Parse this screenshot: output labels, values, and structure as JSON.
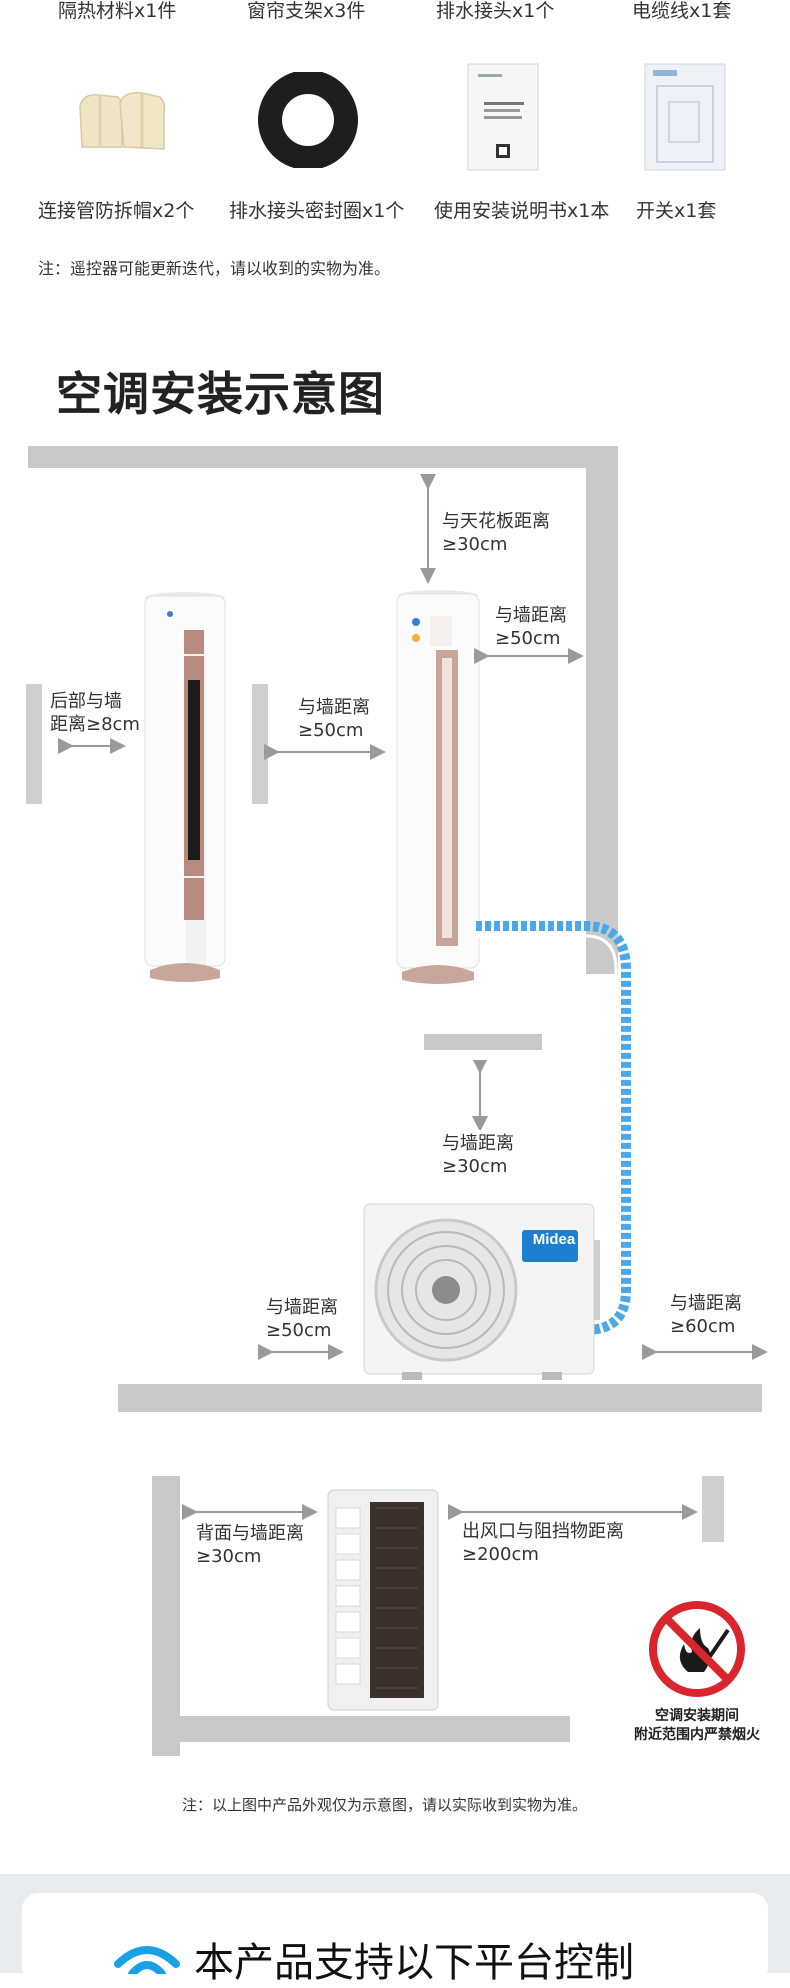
{
  "accessories_top": [
    {
      "label": "隔热材料x1件"
    },
    {
      "label": "窗帘支架x3件"
    },
    {
      "label": "排水接头x1个"
    },
    {
      "label": "电缆线x1套"
    }
  ],
  "accessories_mid": [
    {
      "label": "连接管防拆帽x2个"
    },
    {
      "label": "排水接头密封圈x1个"
    },
    {
      "label": "使用安装说明书x1本"
    },
    {
      "label": "开关x1套"
    }
  ],
  "note_remote": "注：遥控器可能更新迭代，请以收到的实物为准。",
  "section_title": "空调安装示意图",
  "labels": {
    "ceiling_1": "与天花板距离",
    "ceiling_2": "≥30cm",
    "wall_right_1": "与墙距离",
    "wall_right_2": "≥50cm",
    "back_1": "后部与墙",
    "back_2": "距离≥8cm",
    "side_1": "与墙距离",
    "side_2": "≥50cm",
    "outdoor_top_1": "与墙距离",
    "outdoor_top_2": "≥30cm",
    "outdoor_left_1": "与墙距离",
    "outdoor_left_2": "≥50cm",
    "outdoor_right_1": "与墙距离",
    "outdoor_right_2": "≥60cm",
    "rear_1": "背面与墙距离",
    "rear_2": "≥30cm",
    "outlet_1": "出风口与阻挡物距离",
    "outlet_2": "≥200cm",
    "fire_1": "空调安装期间",
    "fire_2": "附近范围内严禁烟火",
    "brand": "Midea"
  },
  "note_diagram": "注：以上图中产品外观仅为示意图，请以实际收到实物为准。",
  "platform_title": "本产品支持以下平台控制",
  "colors": {
    "wall": "#c9c9c9",
    "pipe": "#4aa8e8",
    "rose": "#b88a7e",
    "brand_blue": "#1e7fd0",
    "no_fire_red": "#d8262c"
  }
}
